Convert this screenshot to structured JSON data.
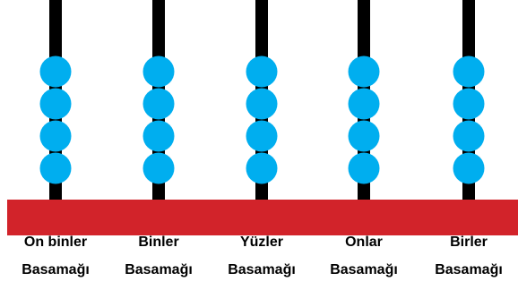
{
  "colors": {
    "rod": "#000000",
    "bead": "#00aeef",
    "base": "#d2232a",
    "label": "#000000"
  },
  "places": [
    {
      "name_line1": "On binler",
      "name_line2": "Basamağı",
      "bead_count": 4
    },
    {
      "name_line1": "Binler",
      "name_line2": "Basamağı",
      "bead_count": 4
    },
    {
      "name_line1": "Yüzler",
      "name_line2": "Basamağı",
      "bead_count": 4
    },
    {
      "name_line1": "Onlar",
      "name_line2": "Basamağı",
      "bead_count": 4
    },
    {
      "name_line1": "Birler",
      "name_line2": "Basamağı",
      "bead_count": 4
    }
  ]
}
